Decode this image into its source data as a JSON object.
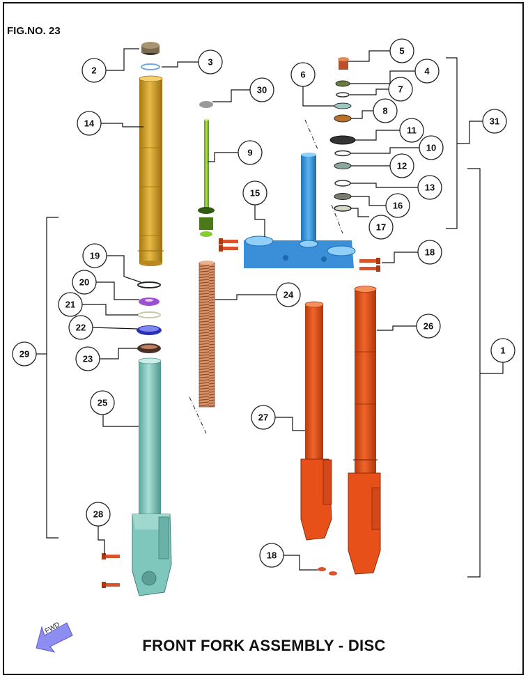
{
  "figure": {
    "number_label": "FIG.NO. 23",
    "title": "FRONT FORK ASSEMBLY - DISC",
    "direction_label": "FWD"
  },
  "callouts": [
    "1",
    "2",
    "3",
    "4",
    "5",
    "6",
    "7",
    "8",
    "9",
    "10",
    "11",
    "12",
    "13",
    "14",
    "15",
    "16",
    "17",
    "18",
    "18",
    "19",
    "20",
    "21",
    "22",
    "23",
    "24",
    "25",
    "26",
    "27",
    "28",
    "29",
    "30",
    "31"
  ],
  "colors": {
    "outer_tube": "#d4a22a",
    "inner_tube": "#7fc6bc",
    "fork_leg": "#e8501a",
    "stem": "#3b9be0",
    "triple_clamp": "#4a9ee8",
    "spring": "#c7774a",
    "damper_rod": "#88cc33",
    "fwd_arrow": "#8e8ef0"
  }
}
